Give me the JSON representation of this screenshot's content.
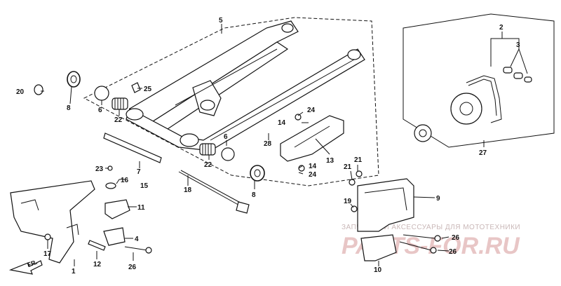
{
  "diagram": {
    "callouts": {
      "c1": "1",
      "c2": "2",
      "c3": "3",
      "c4": "4",
      "c5": "5",
      "c6a": "6",
      "c6b": "6",
      "c7": "7",
      "c8a": "8",
      "c8b": "8",
      "c9": "9",
      "c10": "10",
      "c11": "11",
      "c12": "12",
      "c13": "13",
      "c14a": "14",
      "c14b": "14",
      "c15": "15",
      "c16": "16",
      "c17": "17",
      "c18": "18",
      "c19": "19",
      "c20": "20",
      "c21a": "21",
      "c21b": "21",
      "c22a": "22",
      "c22b": "22",
      "c23": "23",
      "c24a": "24",
      "c24b": "24",
      "c25": "25",
      "c26a": "26",
      "c26b": "26",
      "c26c": "26",
      "c27": "27",
      "c28": "28"
    },
    "front_marker": "FR."
  },
  "watermark": {
    "tagline": "ЗАПЧАСТИ И АКСЕССУАРЫ ДЛЯ МОТОТЕХНИКИ",
    "brand": "PARTS-FOR.RU"
  }
}
